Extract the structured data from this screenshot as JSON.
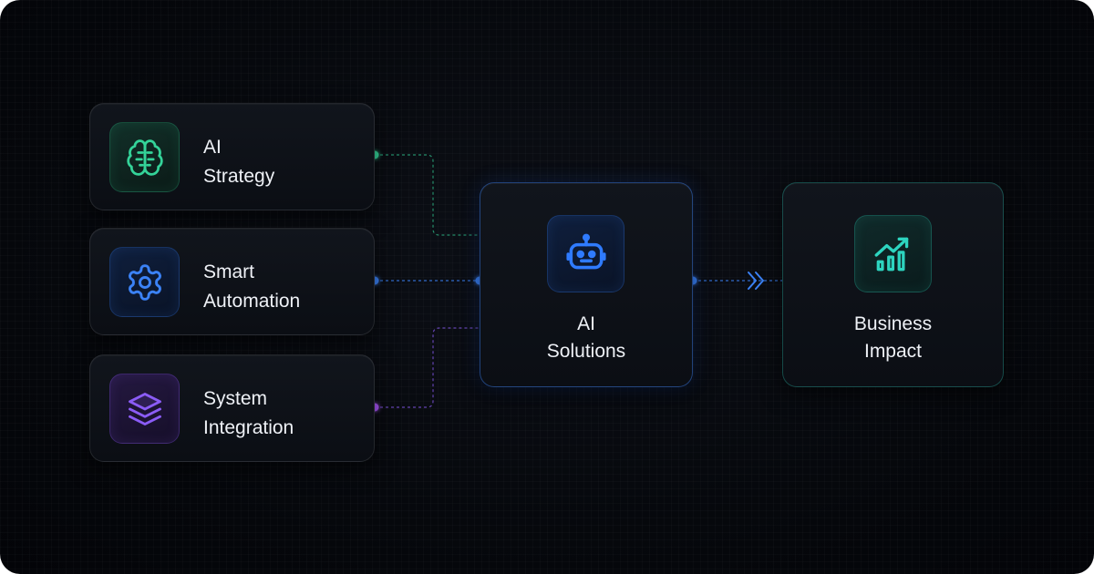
{
  "inputs": [
    {
      "line1": "AI",
      "line2": "Strategy",
      "icon": "brain-icon",
      "accent": "#34d399"
    },
    {
      "line1": "Smart",
      "line2": "Automation",
      "icon": "gear-icon",
      "accent": "#3b82f6"
    },
    {
      "line1": "System",
      "line2": "Integration",
      "icon": "layers-icon",
      "accent": "#8b5cf6"
    }
  ],
  "hub": {
    "line1": "AI",
    "line2": "Solutions",
    "icon": "robot-icon",
    "accent": "#2563eb"
  },
  "output": {
    "line1": "Business",
    "line2": "Impact",
    "icon": "chart-growth-icon",
    "accent": "#2dd4bf"
  },
  "colors": {
    "background": "#05070b",
    "card": "#0f1319",
    "text": "#eef1f6"
  }
}
